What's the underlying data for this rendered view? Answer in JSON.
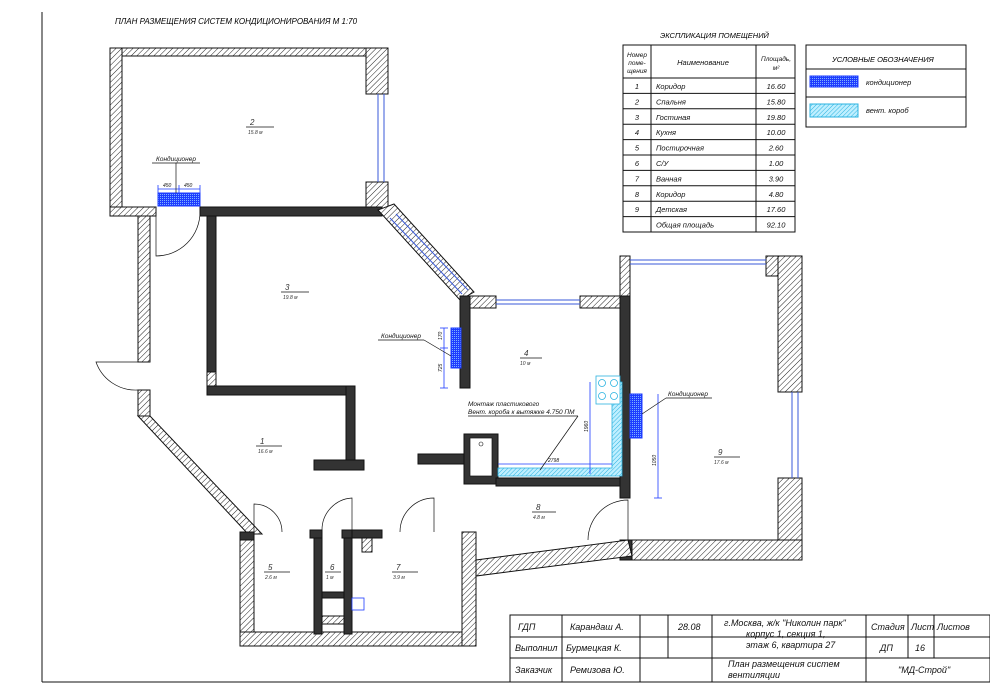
{
  "drawing_title": "ПЛАН РАЗМЕЩЕНИЯ СИСТЕМ КОНДИЦИОНИРОВАНИЯ М 1:70",
  "explication": {
    "title": "ЭКСПЛИКАЦИЯ ПОМЕЩЕНИЙ",
    "headers": {
      "num_l1": "Номер",
      "num_l2": "поме-",
      "num_l3": "щения",
      "name": "Наименование",
      "area_l1": "Площадь,",
      "area_l2": "м²"
    },
    "rows": [
      {
        "num": "1",
        "name": "Коридор",
        "area": "16.60"
      },
      {
        "num": "2",
        "name": "Спальня",
        "area": "15.80"
      },
      {
        "num": "3",
        "name": "Гостиная",
        "area": "19.80"
      },
      {
        "num": "4",
        "name": "Кухня",
        "area": "10.00"
      },
      {
        "num": "5",
        "name": "Постирочная",
        "area": "2.60"
      },
      {
        "num": "6",
        "name": "С/У",
        "area": "1.00"
      },
      {
        "num": "7",
        "name": "Ванная",
        "area": "3.90"
      },
      {
        "num": "8",
        "name": "Коридор",
        "area": "4.80"
      },
      {
        "num": "9",
        "name": "Детская",
        "area": "17.60"
      }
    ],
    "total_label": "Общая площадь",
    "total_value": "92.10"
  },
  "legend": {
    "title": "УСЛОВНЫЕ ОБОЗНАЧЕНИЯ",
    "items": [
      {
        "label": "кондиционер",
        "color": "#1e3cff"
      },
      {
        "label": "вент. короб",
        "color": "#2bb3e0"
      }
    ]
  },
  "rooms": [
    {
      "num": "1",
      "area": "16.6 м"
    },
    {
      "num": "2",
      "area": "15.8 м"
    },
    {
      "num": "3",
      "area": "19.8 м"
    },
    {
      "num": "4",
      "area": "10 м"
    },
    {
      "num": "5",
      "area": "2.6 м"
    },
    {
      "num": "6",
      "area": "1 м"
    },
    {
      "num": "7",
      "area": "3.9 м"
    },
    {
      "num": "8",
      "area": "4.8 м"
    },
    {
      "num": "9",
      "area": "17.6 м"
    }
  ],
  "labels": {
    "ac_bedroom": "Кондиционер",
    "ac_living": "Кондиционер",
    "ac_kids": "Кондиционер",
    "duct_note_l1": "Монтаж пластикового",
    "duct_note_l2": "Вент. короба к вытяжке 4.750 ПМ"
  },
  "dims": {
    "d450a": "450",
    "d450b": "450",
    "d170": "170",
    "d725": "725",
    "d2798": "2798",
    "d1960": "1960",
    "d1050": "1050"
  },
  "stamp": {
    "gdp": "ГДП",
    "gdp_name": "Карандаш А.",
    "date": "28.08",
    "address_l1": "г.Москва, ж/к \"Николин парк\"",
    "address_l2": "корпус 1, секция 1,",
    "address_l3": "этаж 6, квартира 27",
    "stage_h": "Стадия",
    "sheet_h": "Лист",
    "sheets_h": "Листов",
    "stage": "ДП",
    "sheet": "16",
    "executed": "Выполнил",
    "executed_name": "Бурмецкая К.",
    "customer": "Заказчик",
    "customer_name": "Ремизова Ю.",
    "sheet_title_l1": "План размещения систем",
    "sheet_title_l2": "вентиляции",
    "company": "\"МД-Строй\""
  }
}
